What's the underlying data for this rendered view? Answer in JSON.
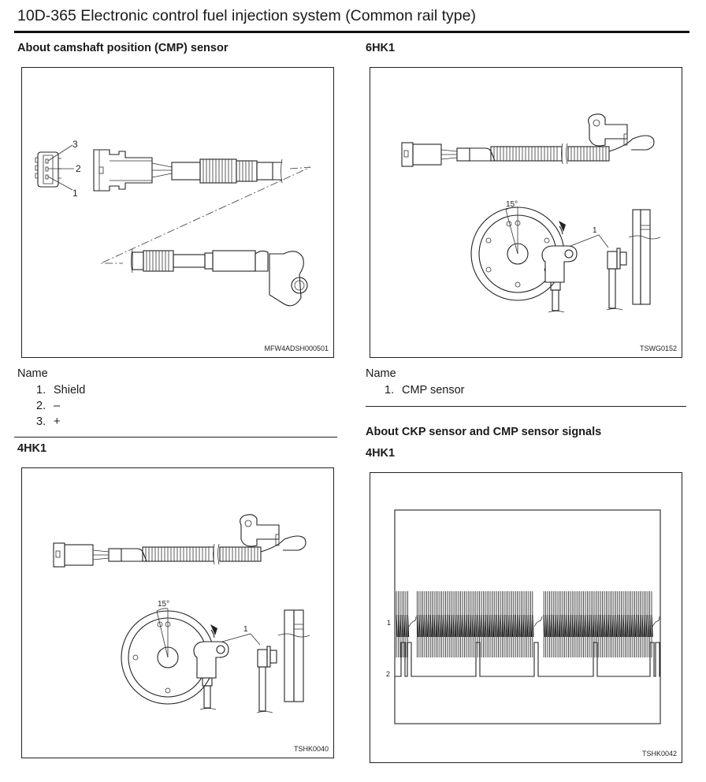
{
  "page": {
    "header": "10D-365  Electronic control fuel injection system (Common rail type)"
  },
  "sections": {
    "cmp_sensor": {
      "heading": "About camshaft position (CMP) sensor",
      "figure_code": "MFW4ADSH000501",
      "pin_labels": [
        "3",
        "2",
        "1"
      ],
      "name_title": "Name",
      "names": [
        {
          "num": "1.",
          "label": "Shield"
        },
        {
          "num": "2.",
          "label": "–"
        },
        {
          "num": "3.",
          "label": "+"
        }
      ]
    },
    "hk6": {
      "heading": "6HK1",
      "figure_code": "TSWG0152",
      "angle_label": "15°",
      "callout": "1",
      "name_title": "Name",
      "names": [
        {
          "num": "1.",
          "label": "CMP sensor"
        }
      ]
    },
    "hk4": {
      "heading": "4HK1",
      "figure_code": "TSHK0040",
      "angle_label": "15°",
      "callout": "1"
    },
    "signals": {
      "heading": "About CKP sensor and CMP sensor signals",
      "subheading": "4HK1",
      "figure_code": "TSHK0042",
      "trace_labels": [
        "1",
        "2"
      ],
      "trace_label_color": "#1f3a8a"
    }
  }
}
